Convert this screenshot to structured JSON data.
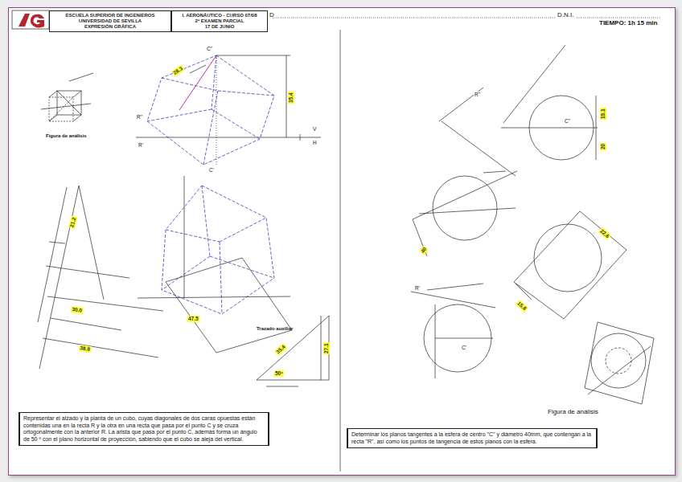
{
  "diagram": {
    "nodes": [
      {
        "text": [
          "ESCUELA SUPERIOR DE INGENIEROS",
          "UNIVERSIDAD DE SEVILLA",
          "EXPRESIÓN GRÁFICA"
        ]
      },
      {
        "text": [
          "I. AERONÁUTICO - CURSO 07/08",
          "2º EXAMEN PARCIAL",
          "17 DE JUNIO"
        ]
      },
      {
        "text": [
          "Representar el alzado y la planta de un cubo, cuyas diagonales de dos caras opuestas están contenidas una en la recta R y la otra en una recta que pasa por el punto C y se cruza ortogonalmente con la anterior R. La arista que pasa por el punto C, además forma un ángulo de 50 º con el plano horizontal de proyección, sabiendo que el cubo se aleja del vertical."
        ]
      },
      {
        "text": [
          "Determinar los planos tangentes a la esfera de centro \"C\" y diámetro 40mm, que contengan a la recta \"R\", así como los puntos de tangencia de estos planos con la esfera."
        ]
      }
    ],
    "edges": [],
    "labels": [
      "Figura de análisis",
      "V",
      "H",
      "C''",
      "C'",
      "R''",
      "R'",
      "35.4",
      "28.3",
      "21.2",
      "30.0",
      "38.8",
      "47.5",
      "Trazado auxiliar",
      "50º",
      "35.4",
      "27.1",
      "R''",
      "C''",
      "19.1",
      "20",
      "40",
      "22.6",
      "15.8",
      "R'",
      "C'",
      "Figura de análisis",
      "D",
      "D.N.I.",
      "TIEMPO: 1h 15 min"
    ]
  }
}
